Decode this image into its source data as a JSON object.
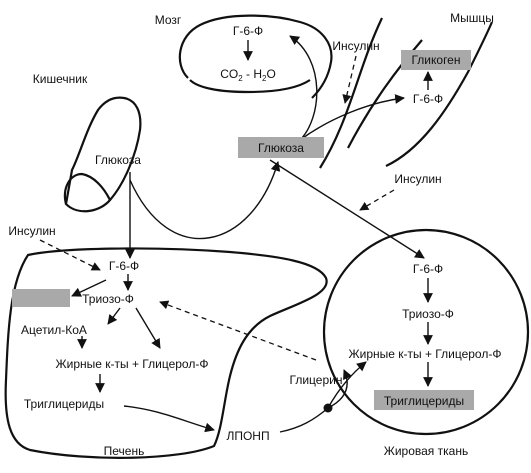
{
  "colors": {
    "ink": "#111111",
    "highlight_box": "#a9a9a9",
    "background": "#ffffff"
  },
  "organs": {
    "brain": "Мозг",
    "muscle": "Мышцы",
    "intestine": "Кишечник",
    "liver": "Печень",
    "adipose": "Жировая ткань"
  },
  "brain_content": {
    "g6p": "Г-6-Ф",
    "co2": "CO",
    "co2_sub": "2",
    "separator": " - ",
    "h2o_h": "H",
    "h2o_sub": "2",
    "h2o_o": "O"
  },
  "muscle_content": {
    "glycogen": "Гликоген",
    "g6p": "Г-6-Ф"
  },
  "blood": {
    "glucose": "Глюкоза"
  },
  "intestine_content": {
    "glucose": "Глюкоза"
  },
  "insulin_labels": [
    "Инсулин",
    "Инсулин",
    "Инсулин"
  ],
  "liver_content": {
    "g6p": "Г-6-Ф",
    "triose": "Триозо-Ф",
    "acetyl_coa": "Ацетил-КоА",
    "fatty_acids_glycerol": "Жирные к-ты + Глицерол-Ф",
    "triglycerides": "Триглицериды"
  },
  "transport": {
    "vldl": "ЛПОНП",
    "glycerol": "Глицерин"
  },
  "adipose_content": {
    "g6p": "Г-6-Ф",
    "triose": "Триозо-Ф",
    "fatty_acids_glycerol": "Жирные к-ты + Глицерол-Ф",
    "triglycerides": "Триглицериды"
  }
}
